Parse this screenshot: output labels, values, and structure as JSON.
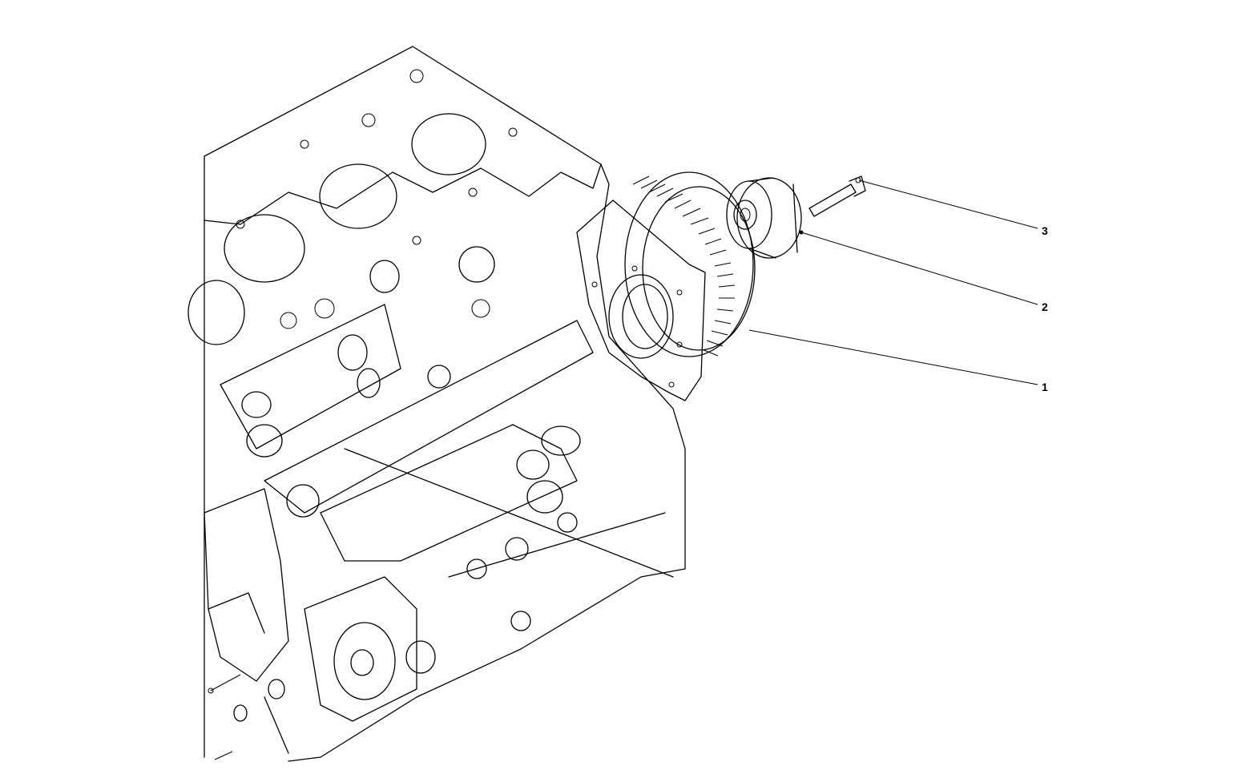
{
  "callouts": [
    {
      "id": "part-3",
      "label": "3"
    },
    {
      "id": "part-2",
      "label": "2"
    },
    {
      "id": "part-1",
      "label": "1"
    }
  ],
  "colors": {
    "line": "#000000",
    "background": "#ffffff"
  }
}
